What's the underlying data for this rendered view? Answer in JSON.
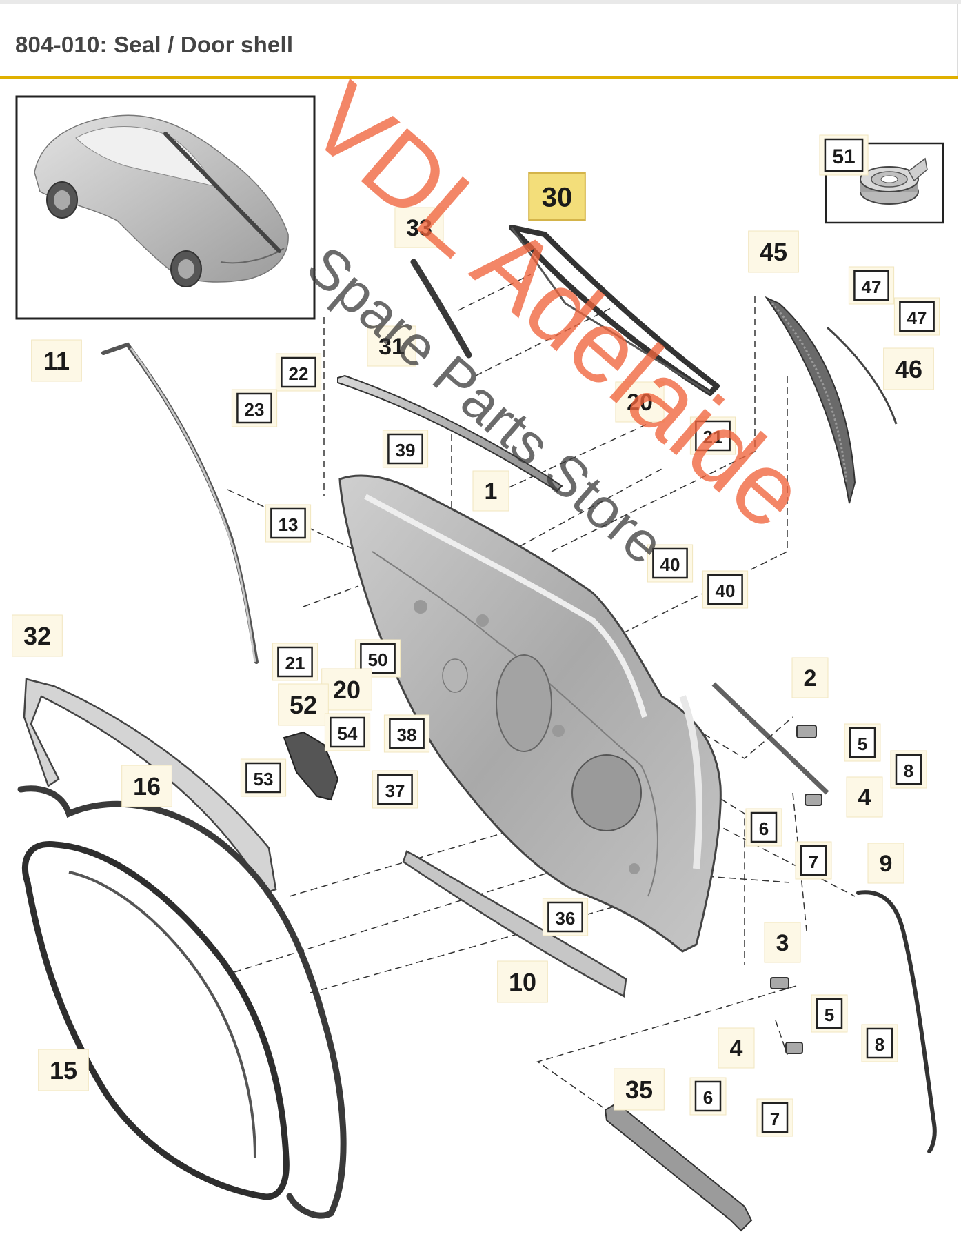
{
  "page": {
    "title": "804-010: Seal / Door shell"
  },
  "colors": {
    "accent_rule": "#e0b000",
    "highlight_callout": "#f3de7a",
    "callout_bg": "#fdf8e6",
    "watermark_orange": "#f0643c",
    "watermark_gray": "#3a3a3a"
  },
  "watermark": {
    "line1": "VDL Adelaide",
    "line2": "Spare Parts Store"
  },
  "callouts": [
    {
      "id": "c51",
      "label": "51",
      "boxed": true
    },
    {
      "id": "c30",
      "label": "30",
      "boxed": false,
      "highlighted": true
    },
    {
      "id": "c33",
      "label": "33",
      "boxed": false
    },
    {
      "id": "c45",
      "label": "45",
      "boxed": false
    },
    {
      "id": "c47a",
      "label": "47",
      "boxed": true
    },
    {
      "id": "c47b",
      "label": "47",
      "boxed": true
    },
    {
      "id": "c46",
      "label": "46",
      "boxed": false
    },
    {
      "id": "c11",
      "label": "11",
      "boxed": false
    },
    {
      "id": "c22",
      "label": "22",
      "boxed": true
    },
    {
      "id": "c23",
      "label": "23",
      "boxed": true
    },
    {
      "id": "c31",
      "label": "31",
      "boxed": false
    },
    {
      "id": "c20a",
      "label": "20",
      "boxed": false
    },
    {
      "id": "c21a",
      "label": "21",
      "boxed": true
    },
    {
      "id": "c39",
      "label": "39",
      "boxed": true
    },
    {
      "id": "c1",
      "label": "1",
      "boxed": false
    },
    {
      "id": "c13",
      "label": "13",
      "boxed": true
    },
    {
      "id": "c40a",
      "label": "40",
      "boxed": true
    },
    {
      "id": "c40b",
      "label": "40",
      "boxed": true
    },
    {
      "id": "c32",
      "label": "32",
      "boxed": false
    },
    {
      "id": "c21b",
      "label": "21",
      "boxed": true
    },
    {
      "id": "c50",
      "label": "50",
      "boxed": true
    },
    {
      "id": "c20b",
      "label": "20",
      "boxed": false
    },
    {
      "id": "c52",
      "label": "52",
      "boxed": false
    },
    {
      "id": "c2",
      "label": "2",
      "boxed": false
    },
    {
      "id": "c54",
      "label": "54",
      "boxed": true
    },
    {
      "id": "c38",
      "label": "38",
      "boxed": true
    },
    {
      "id": "c5a",
      "label": "5",
      "boxed": true
    },
    {
      "id": "c8a",
      "label": "8",
      "boxed": true
    },
    {
      "id": "c53",
      "label": "53",
      "boxed": true
    },
    {
      "id": "c37",
      "label": "37",
      "boxed": true
    },
    {
      "id": "c4a",
      "label": "4",
      "boxed": false
    },
    {
      "id": "c16",
      "label": "16",
      "boxed": false
    },
    {
      "id": "c6a",
      "label": "6",
      "boxed": true
    },
    {
      "id": "c7a",
      "label": "7",
      "boxed": true
    },
    {
      "id": "c9",
      "label": "9",
      "boxed": false
    },
    {
      "id": "c36",
      "label": "36",
      "boxed": true
    },
    {
      "id": "c3",
      "label": "3",
      "boxed": false
    },
    {
      "id": "c10",
      "label": "10",
      "boxed": false
    },
    {
      "id": "c5b",
      "label": "5",
      "boxed": true
    },
    {
      "id": "c8b",
      "label": "8",
      "boxed": true
    },
    {
      "id": "c4b",
      "label": "4",
      "boxed": false
    },
    {
      "id": "c15",
      "label": "15",
      "boxed": false
    },
    {
      "id": "c35",
      "label": "35",
      "boxed": false
    },
    {
      "id": "c6b",
      "label": "6",
      "boxed": true
    },
    {
      "id": "c7b",
      "label": "7",
      "boxed": true
    }
  ]
}
